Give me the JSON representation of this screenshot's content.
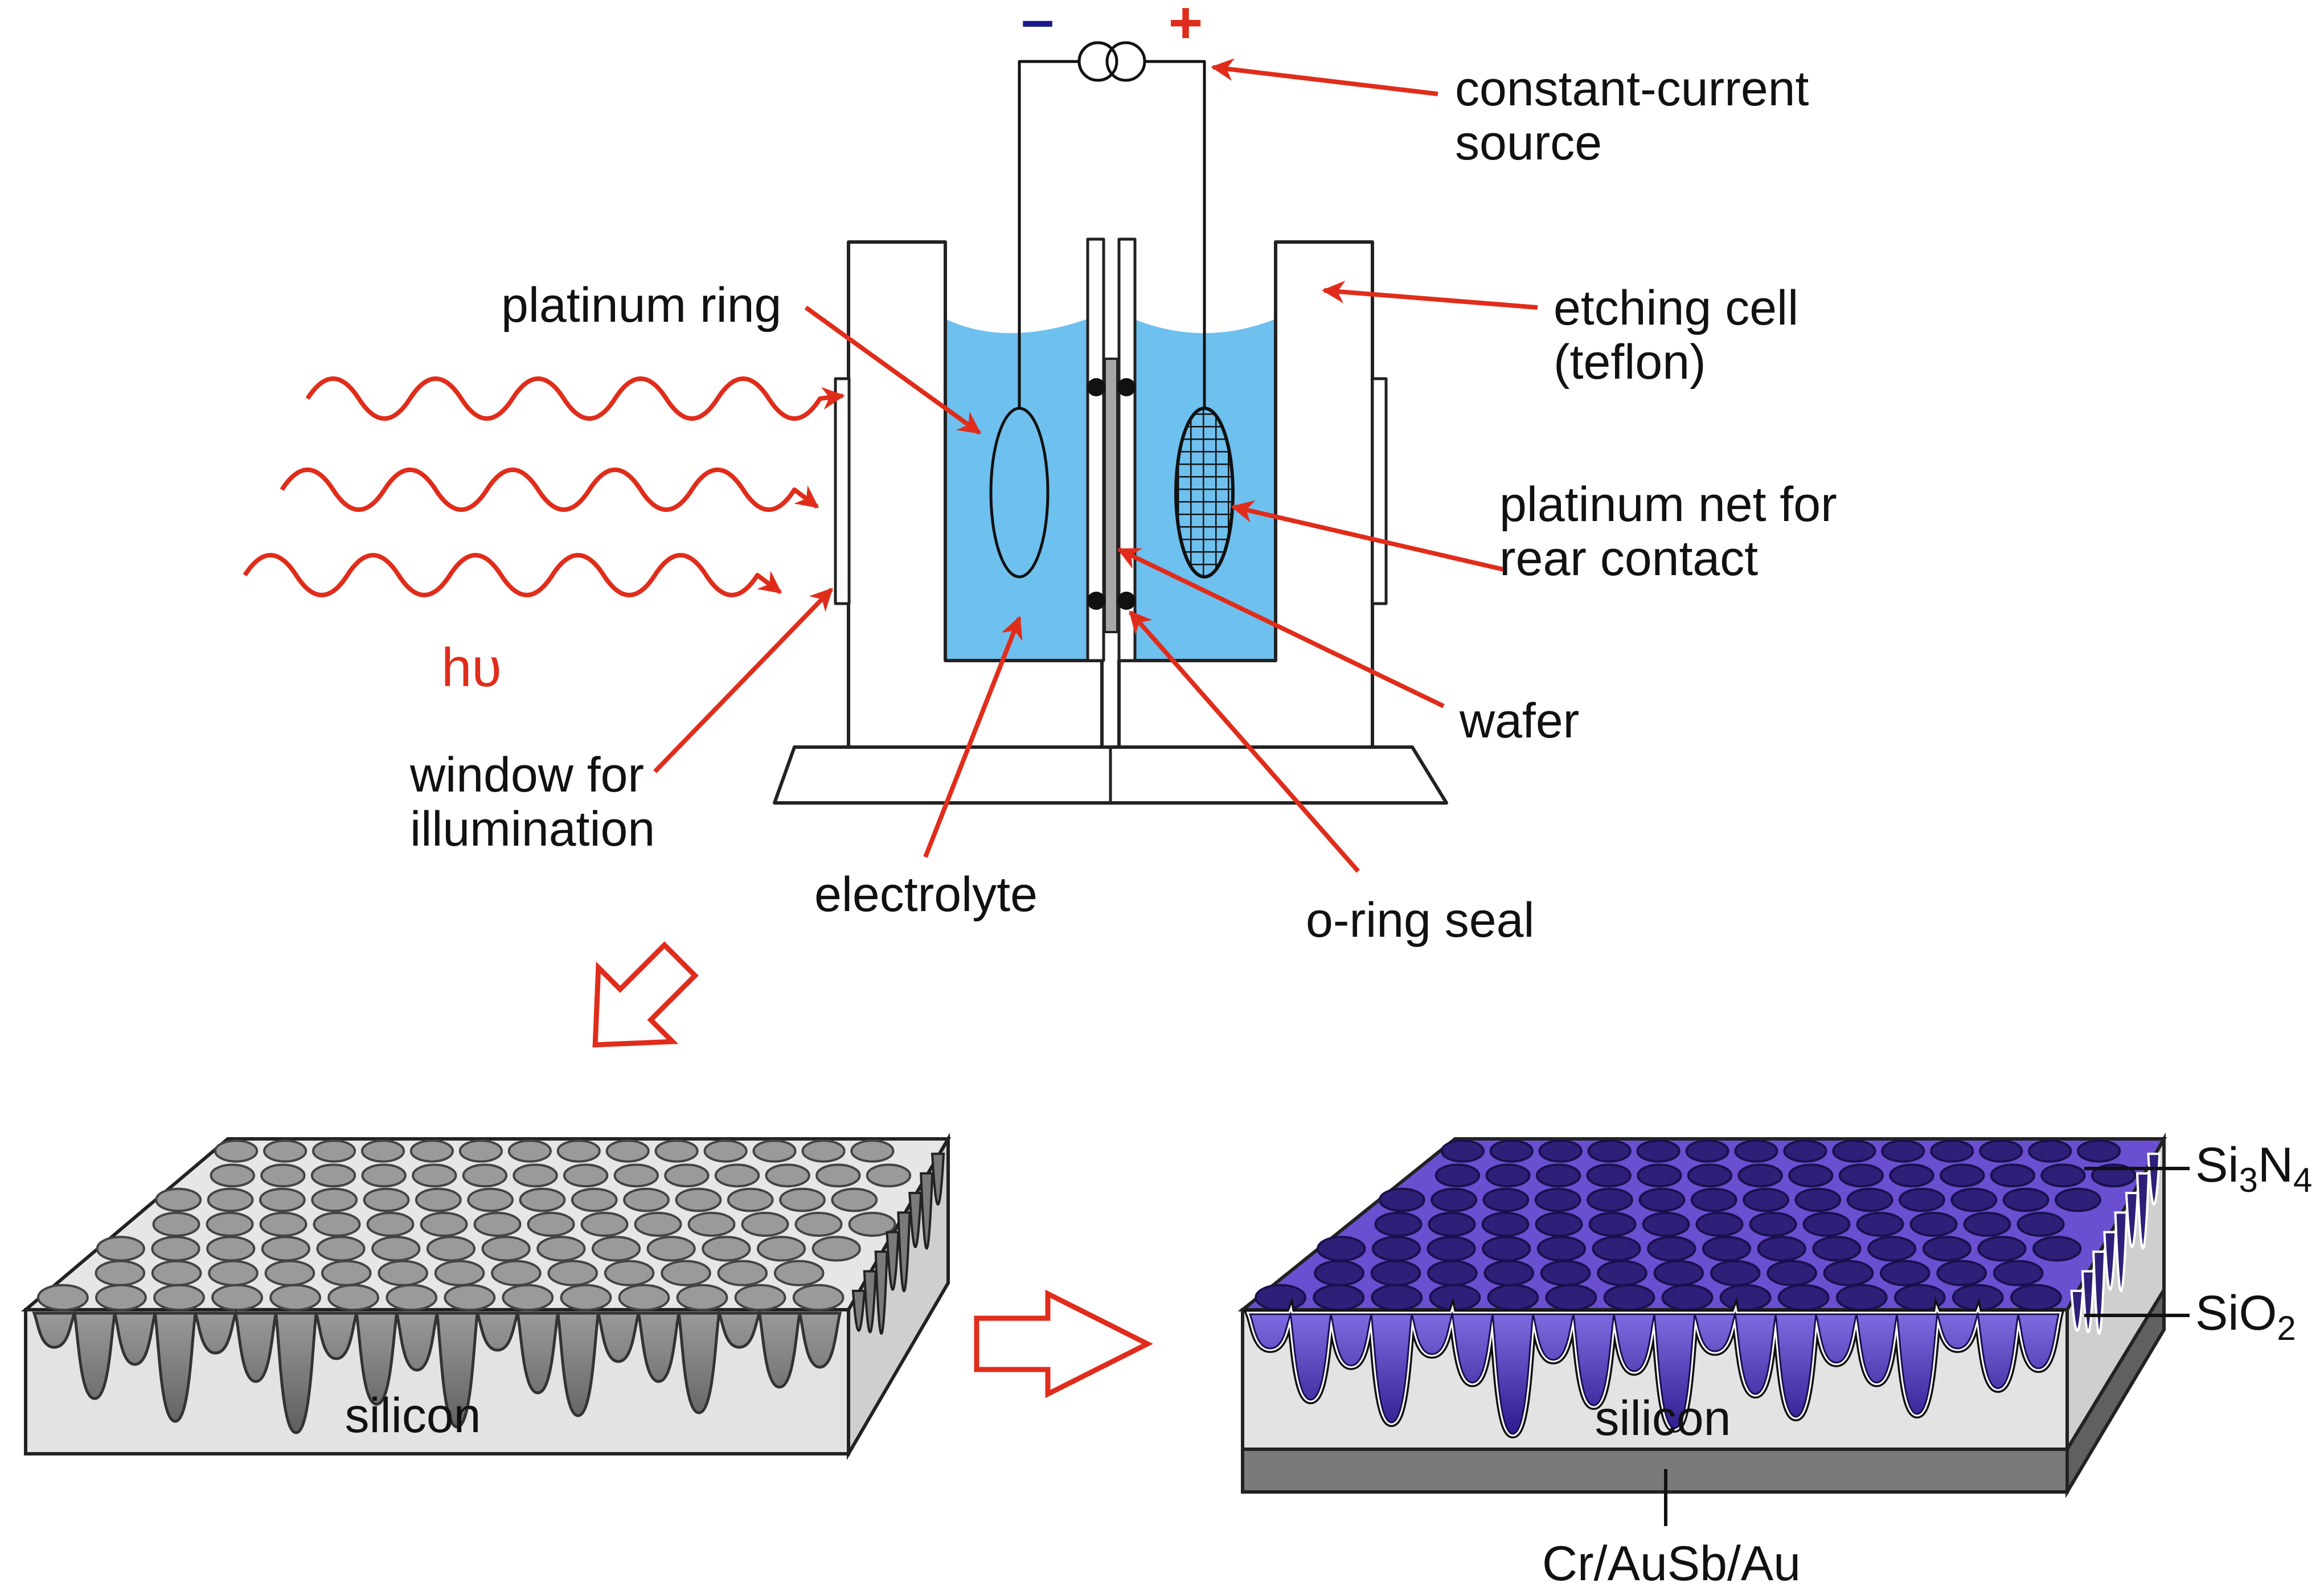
{
  "colors": {
    "electrolyte": "#6ec0ee",
    "arrow": "#e02d1b",
    "minus": "#1a1a8a",
    "plus": "#e02d1b",
    "silicon_top": "#e6e6e6",
    "silicon_side": "#d8d8d8",
    "pore": "#8c8c8c",
    "passivation": "#6a4fd0",
    "contact": "#7a7a7a"
  },
  "cell": {
    "minus_sign": "–",
    "plus_sign": "+",
    "labels": {
      "constant_current": [
        "constant-current",
        "source"
      ],
      "etching_cell": [
        "etching cell",
        "(teflon)"
      ],
      "platinum_ring": "platinum ring",
      "platinum_net": [
        "platinum net for",
        "rear contact"
      ],
      "wafer": "wafer",
      "window": [
        "window for",
        "illumination"
      ],
      "electrolyte": "electrolyte",
      "o_ring": "o-ring seal",
      "light": "hυ"
    }
  },
  "samples": {
    "left_label": "silicon",
    "right_label": "silicon",
    "si3n4": {
      "base": "Si",
      "sub1": "3",
      "mid": "N",
      "sub2": "4"
    },
    "sio2": {
      "base": "SiO",
      "sub": "2"
    },
    "contact": "Cr/AuSb/Au"
  }
}
